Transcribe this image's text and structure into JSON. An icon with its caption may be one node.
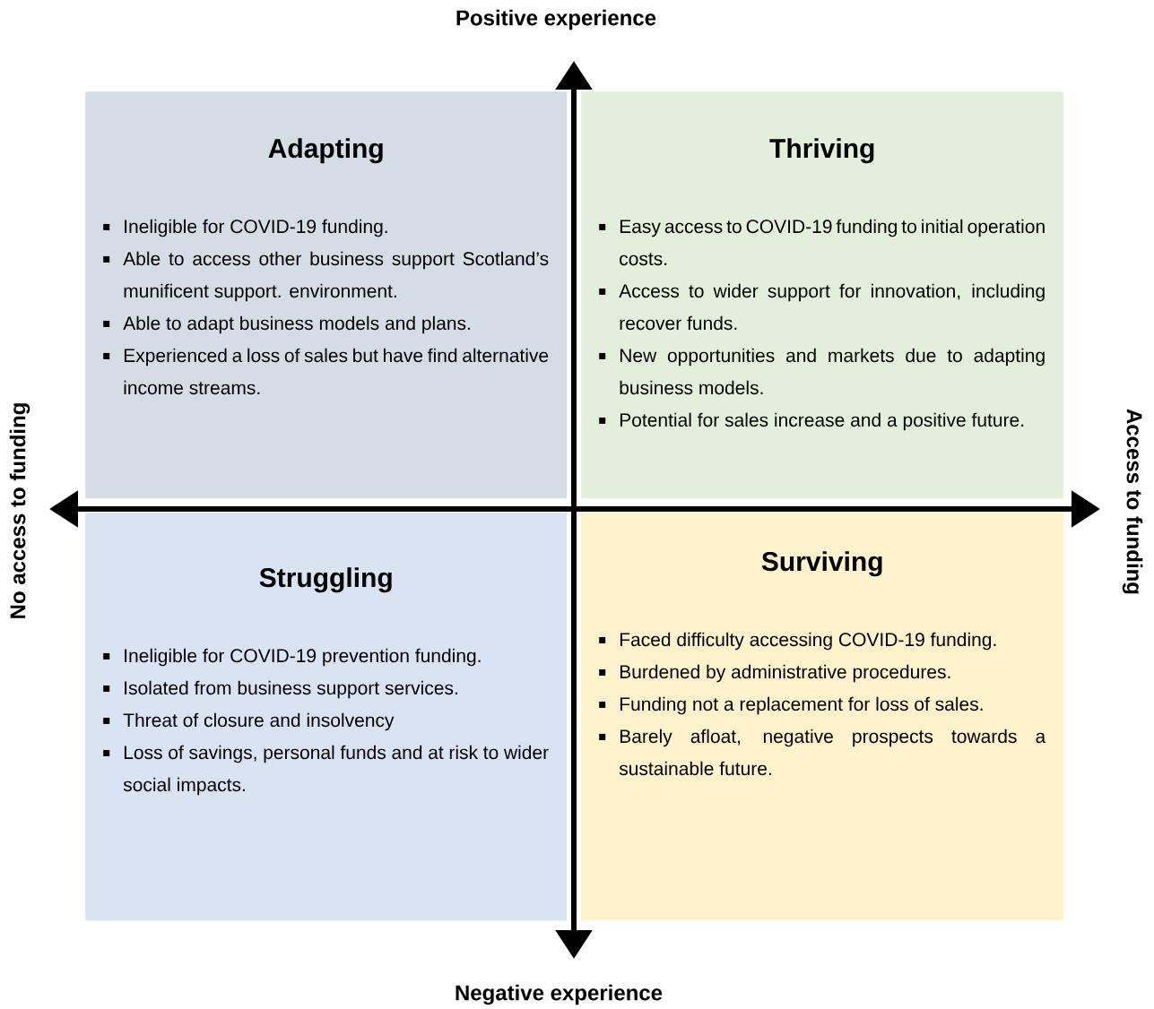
{
  "diagram": {
    "nodes": [
      {
        "text": [
          "Adapting",
          "Ineligible for COVID-19 funding.",
          "Able to access other business support Scotland’s munificent support. environment.",
          "Able to adapt business models and plans.",
          "Experienced a loss of sales but have find alternative income streams."
        ]
      },
      {
        "text": [
          "Thriving",
          "Easy access to COVID-19 funding to initial operation costs.",
          "Access to wider support for innovation, including recover funds.",
          "New opportunities and markets due to adapting business models.",
          "Potential for sales increase and a positive future."
        ]
      },
      {
        "text": [
          "Struggling",
          "Ineligible for COVID-19 prevention funding.",
          "Isolated from business support services.",
          "Threat of closure and insolvency",
          "Loss of savings, personal funds and at risk to wider social impacts."
        ]
      },
      {
        "text": [
          "Surviving",
          "Faced difficulty accessing COVID-19 funding.",
          "Burdened by administrative procedures.",
          "Funding not a replacement for loss of sales.",
          "Barely afloat, negative prospects towards a sustainable future."
        ]
      }
    ],
    "labels": [
      "Positive experience",
      "No access to funding",
      "Access to funding",
      "Negative experience"
    ]
  }
}
